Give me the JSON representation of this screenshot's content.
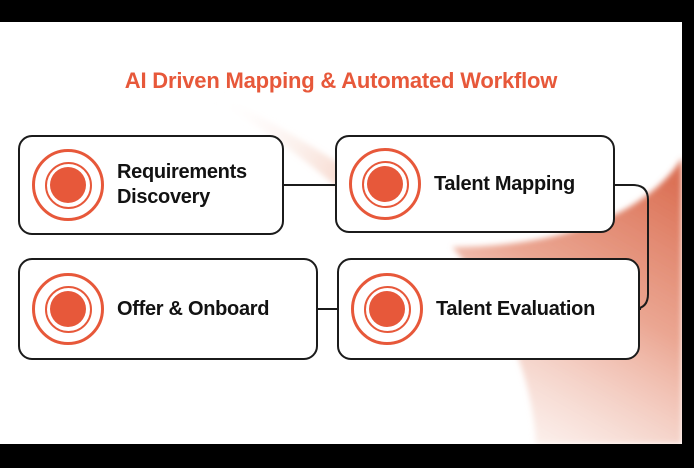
{
  "title": "AI Driven Mapping & Automated Workflow",
  "diagram": {
    "type": "workflow-flowchart",
    "nodes": [
      {
        "id": "requirements-discovery",
        "label": "Requirements Discovery"
      },
      {
        "id": "talent-mapping",
        "label": "Talent Mapping"
      },
      {
        "id": "offer-onboard",
        "label": "Offer & Onboard"
      },
      {
        "id": "talent-evaluation",
        "label": "Talent Evaluation"
      }
    ],
    "edges": [
      {
        "from": "Requirements Discovery",
        "to": "Talent Mapping"
      },
      {
        "from": "Talent Mapping",
        "to": "Talent Evaluation"
      },
      {
        "from": "Talent Evaluation",
        "to": "Offer & Onboard"
      }
    ],
    "node_icon": "target-icon"
  },
  "colors": {
    "accent": "#E7583A",
    "node_border": "#1B1B1B",
    "label_text": "#121212",
    "swoosh_strong": "#D96A4D",
    "swoosh_faint": "#F8E3DC",
    "background": "#FFFFFF",
    "frame": "#000000"
  }
}
